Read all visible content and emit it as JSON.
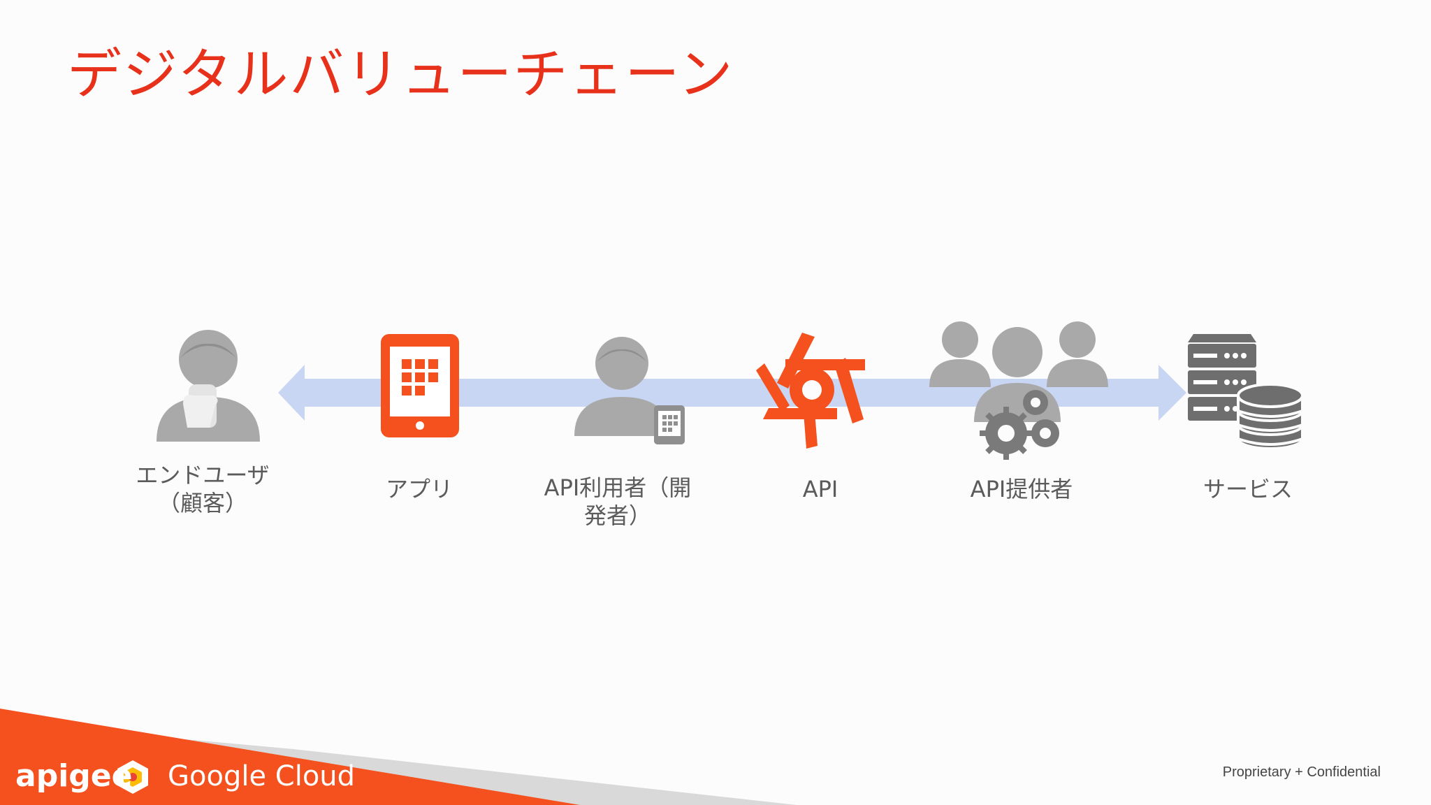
{
  "title": "デジタルバリューチェーン",
  "nodes": [
    {
      "label_line1": "エンドユーザ",
      "label_line2": "（顧客）",
      "icon": "end-user-icon"
    },
    {
      "label_line1": "アプリ",
      "label_line2": "",
      "icon": "tablet-app-icon"
    },
    {
      "label_line1": "API利用者（開",
      "label_line2": "発者）",
      "icon": "developer-icon"
    },
    {
      "label_line1": "API",
      "label_line2": "",
      "icon": "apigee-api-icon"
    },
    {
      "label_line1": "API提供者",
      "label_line2": "",
      "icon": "api-provider-icon"
    },
    {
      "label_line1": "サービス",
      "label_line2": "",
      "icon": "server-database-icon"
    }
  ],
  "footer": {
    "brand": "apigee",
    "cloud": "Google Cloud",
    "confidential": "Proprietary + Confidential"
  },
  "colors": {
    "accent": "#e8311a",
    "orange_band": "#f4511e",
    "arrow": "#c8d6f4",
    "icon_gray": "#a9a9a9"
  }
}
